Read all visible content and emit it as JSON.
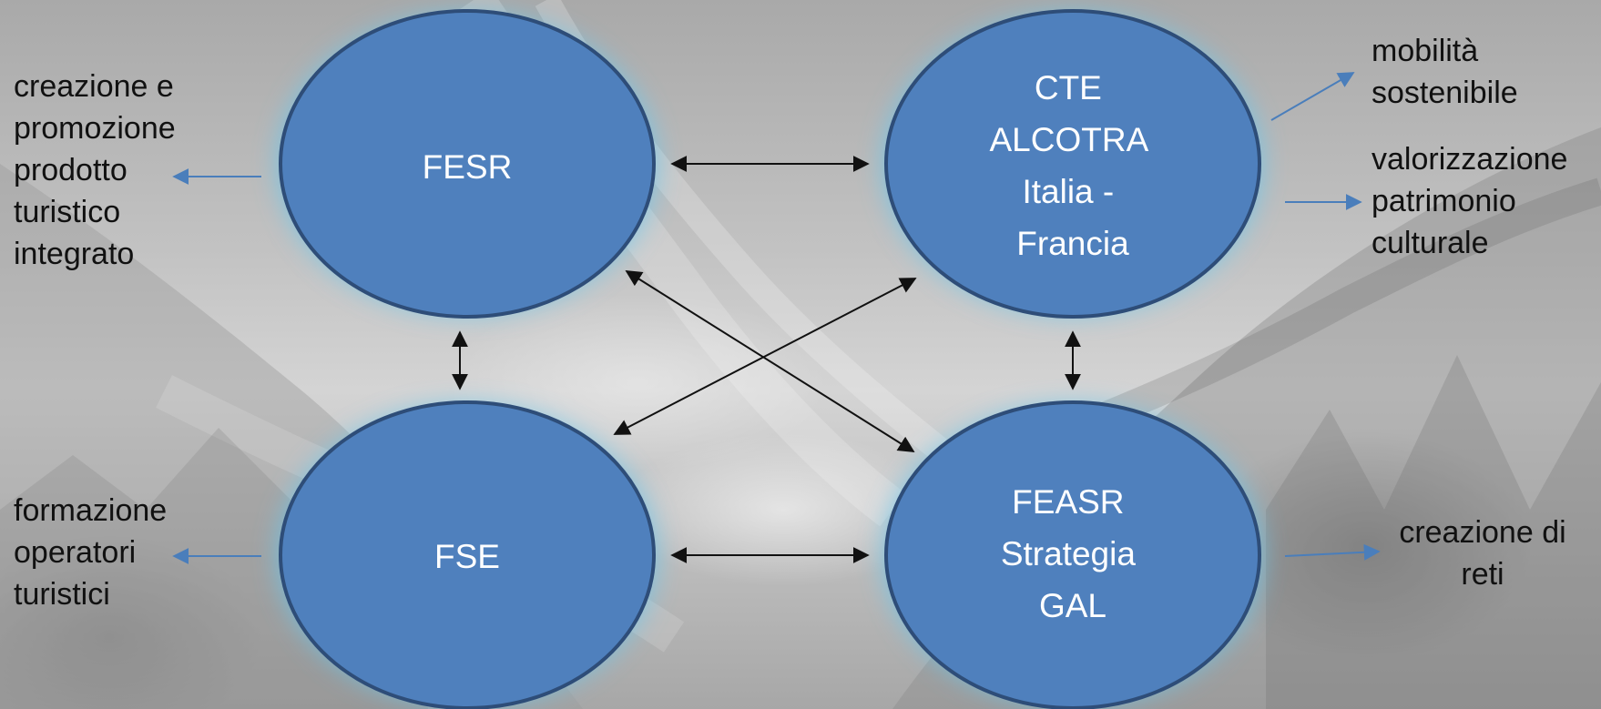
{
  "nodes": {
    "fesr": {
      "lines": [
        "FESR"
      ]
    },
    "cte": {
      "lines": [
        "CTE",
        "ALCOTRA",
        "Italia -",
        "Francia"
      ]
    },
    "fse": {
      "lines": [
        "FSE"
      ]
    },
    "feasr": {
      "lines": [
        "FEASR",
        "Strategia",
        "GAL"
      ]
    }
  },
  "annotations": {
    "fesr_outcome": [
      "creazione e",
      "promozione",
      "prodotto",
      "turistico",
      "integrato"
    ],
    "fse_outcome": [
      "formazione",
      "operatori",
      "turistici"
    ],
    "cte_outcome_1": [
      "mobilità",
      "sostenibile"
    ],
    "cte_outcome_2": [
      "valorizzazione",
      "patrimonio",
      "culturale"
    ],
    "feasr_outcome": [
      "creazione di",
      "reti"
    ]
  },
  "colors": {
    "node_fill": "#4f80bd",
    "node_stroke": "#2e4d78",
    "node_glow": "#66c7f0",
    "link_arrow": "#111111",
    "annotation_arrow": "#4a7ebb"
  }
}
